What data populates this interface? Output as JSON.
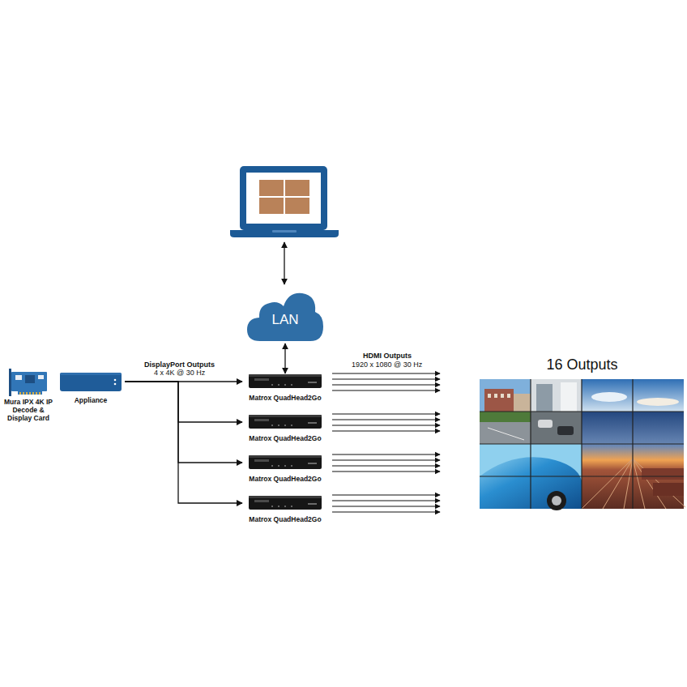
{
  "diagram": {
    "nodes": [
      {
        "text": [
          "Mura IPX 4K IP Decode & Display Card"
        ]
      },
      {
        "text": [
          "Appliance"
        ]
      },
      {
        "text": [
          "LAN"
        ]
      },
      {
        "text": [
          "Matrox QuadHead2Go"
        ]
      },
      {
        "text": [
          "Matrox QuadHead2Go"
        ]
      },
      {
        "text": [
          "Matrox QuadHead2Go"
        ]
      },
      {
        "text": [
          "Matrox QuadHead2Go"
        ]
      },
      {
        "text": [
          "16 Outputs"
        ]
      }
    ],
    "edges": [
      {
        "from": 1,
        "to": 3,
        "arrow": "to"
      },
      {
        "from": 1,
        "to": 4,
        "arrow": "to"
      },
      {
        "from": 1,
        "to": 5,
        "arrow": "to"
      },
      {
        "from": 1,
        "to": 6,
        "arrow": "to"
      },
      {
        "from": 2,
        "to": 3,
        "arrow": "both"
      }
    ],
    "labels": [
      "DisplayPort Outputs",
      "4 x 4K @ 30 Hz",
      "HDMI Outputs",
      "1920 x 1080 @ 30 Hz"
    ]
  }
}
